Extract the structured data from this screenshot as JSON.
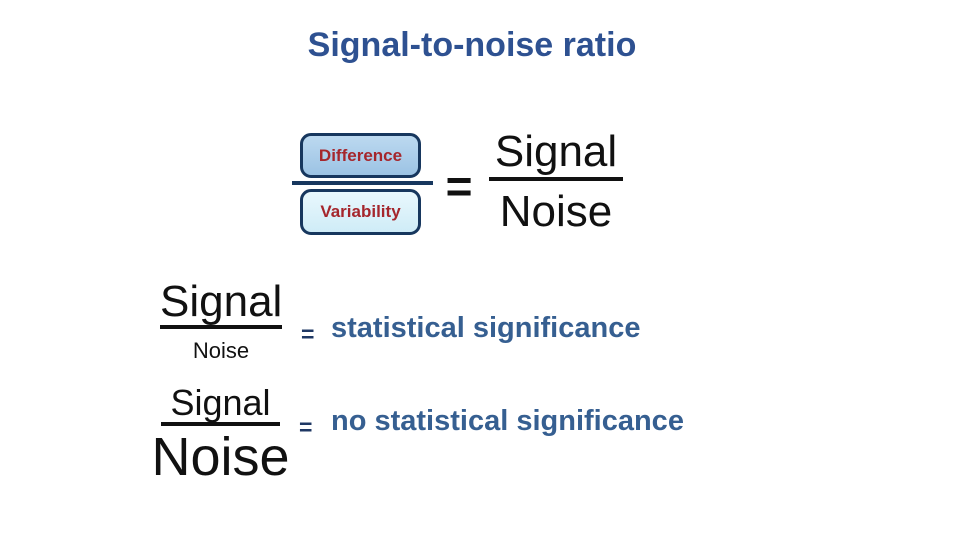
{
  "slide_title": "Signal-to-noise ratio",
  "colors": {
    "title_blue": "#2e5191",
    "body_blue": "#365f91",
    "equals_navy": "#1f3864",
    "box_border_navy": "#17375e",
    "label_red": "#a5262c",
    "difference_box_fill": "#a9cbe8",
    "variability_box_fill": "#d9f1fa",
    "text_black": "#111111",
    "background": "#ffffff"
  },
  "top_equation": {
    "numerator_label": "Difference",
    "denominator_label": "Variability",
    "equals_sign": "=",
    "ratio_numerator": "Signal",
    "ratio_denominator": "Noise"
  },
  "significance_equation": {
    "numerator": "Signal",
    "denominator": "Noise",
    "equals_sign": "=",
    "result_text": "statistical significance"
  },
  "no_significance_equation": {
    "numerator": "Signal",
    "denominator": "Noise",
    "equals_sign": "=",
    "result_text": "no statistical significance"
  }
}
